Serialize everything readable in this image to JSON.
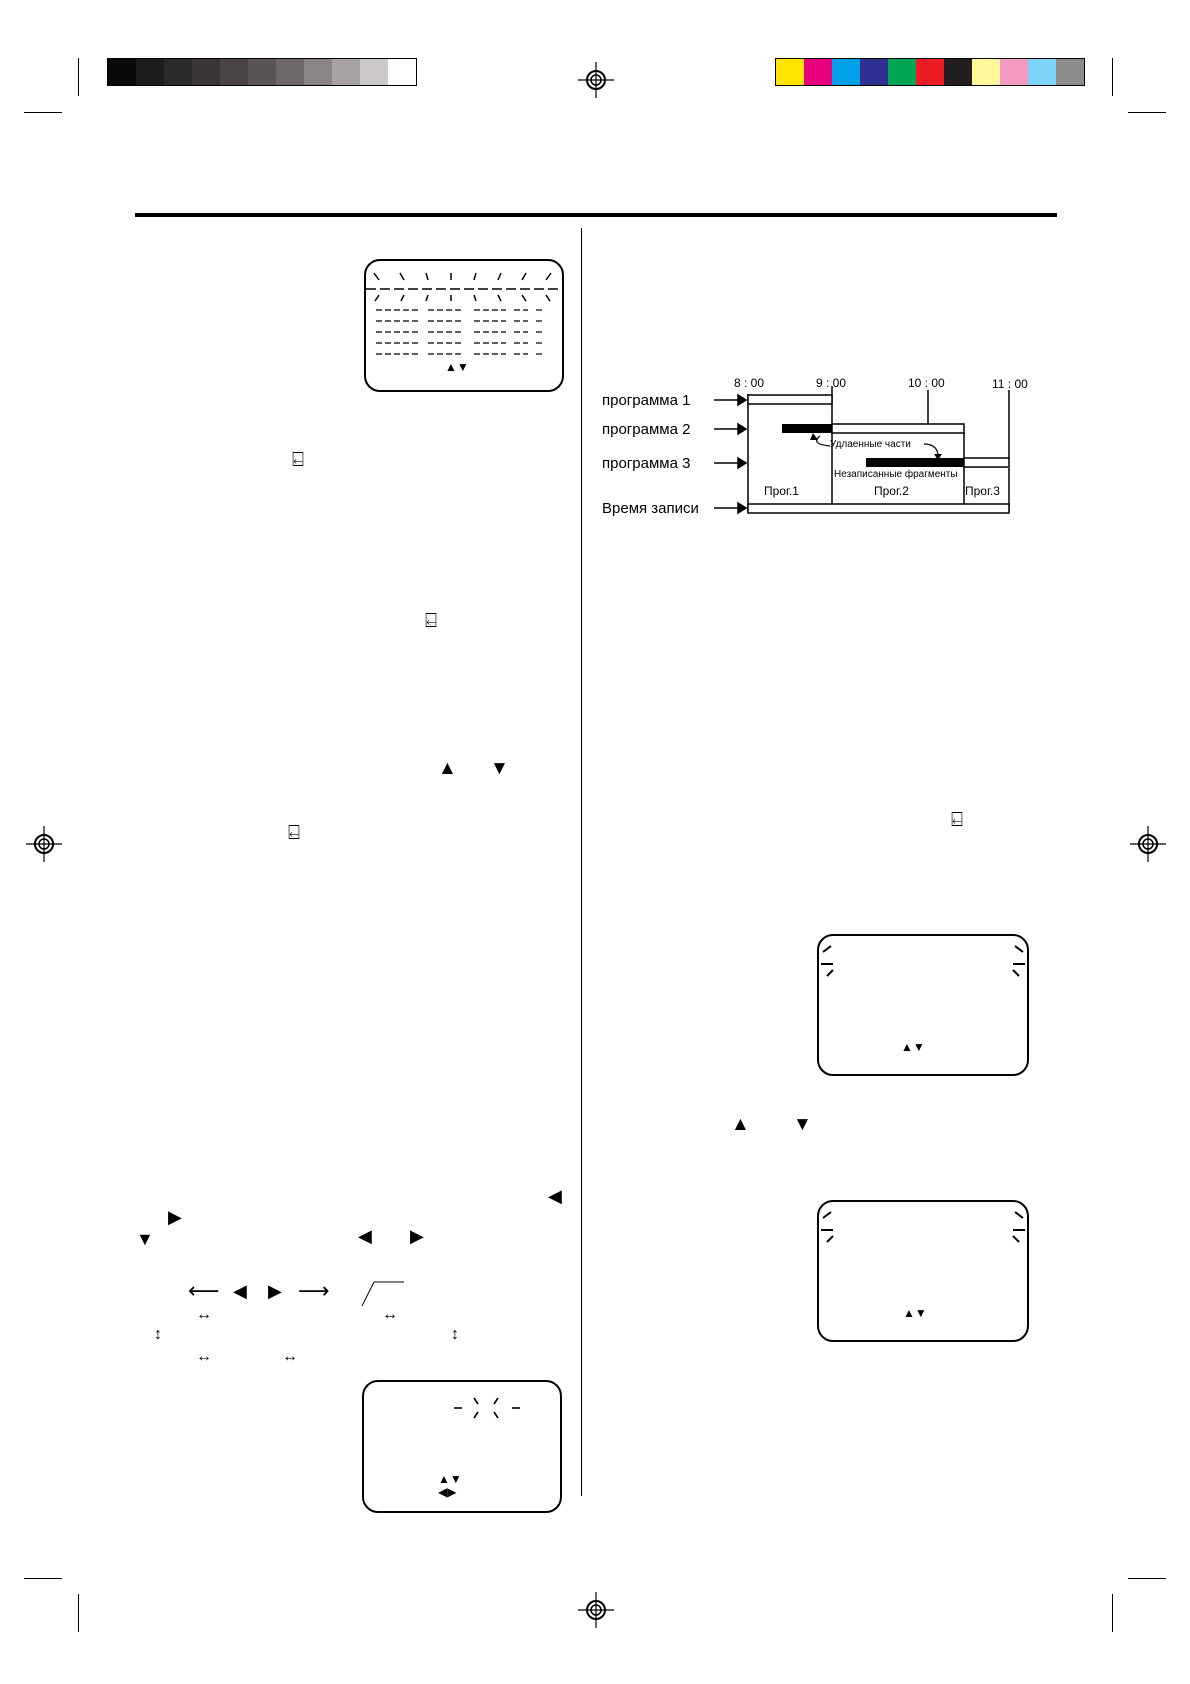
{
  "colors": {
    "grayscale": [
      "#0a0a0a",
      "#1c1c1c",
      "#2a2a2a",
      "#3a3535",
      "#4a4444",
      "#5a5454",
      "#6e6868",
      "#8a8484",
      "#a8a2a2",
      "#ccc8c8",
      "#ffffff"
    ],
    "process": [
      "#ffe600",
      "#e6007e",
      "#00a0e9",
      "#2e3192",
      "#00a651",
      "#ed1c24",
      "#231f20",
      "#fff799",
      "#f49ac2",
      "#7dd3f5",
      "#8c8c8c"
    ]
  },
  "icons": {
    "registration_mark": "crosshair-registration-icon",
    "memory": "memory-icon",
    "up": "triangle-up-icon",
    "down": "triangle-down-icon",
    "left": "triangle-left-icon",
    "right": "triangle-right-icon"
  },
  "glyphs": {
    "memory": "⍇",
    "up": "▲",
    "down": "▼",
    "left": "◀",
    "right": "▶",
    "updown": "▲▼",
    "leftright": "◀▶",
    "long_left": "⟵",
    "long_right": "⟶",
    "harrow": "↔",
    "varrow": "↕"
  },
  "diagram": {
    "times": [
      "8 : 00",
      "9 : 00",
      "10 : 00",
      "11 : 00"
    ],
    "programs": [
      "программа 1",
      "программа 2",
      "программа 3"
    ],
    "record_label": "Время записи",
    "deleted_label": "Удлаенные части",
    "unrecorded_label": "Незаписанные фрагменты",
    "segments": [
      "Прог.1",
      "Прог.2",
      "Прог.3"
    ]
  }
}
